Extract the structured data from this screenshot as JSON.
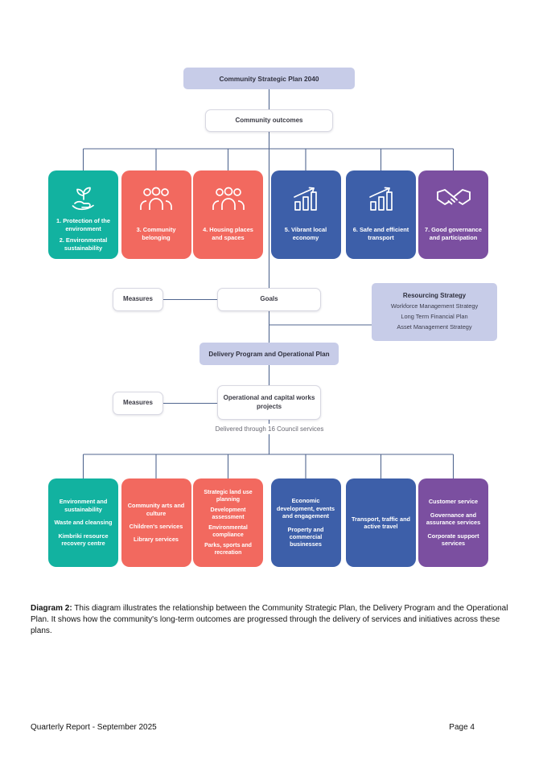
{
  "document": {
    "caption": {
      "label": "Diagram 2:",
      "text": "This diagram illustrates the relationship between the Community Strategic Plan, the Delivery Program and the Operational Plan. It shows how the community's long-term outcomes are progressed through the delivery of services and initiatives across these plans."
    },
    "footer": {
      "left": "Quarterly Report - September 2025",
      "right": "Page 4"
    }
  },
  "diagram": {
    "strategic_plan_box": "Community Strategic Plan 2040",
    "community_outcomes_box": "Community outcomes",
    "measures_top": "Measures",
    "goals": "Goals",
    "resourcing_strategy": {
      "title": "Resourcing Strategy",
      "items": [
        "Workforce Management Strategy",
        "Long Term Financial Plan",
        "Asset Management Strategy"
      ]
    },
    "delivery_program_box": "Delivery Program and Operational Plan",
    "measures_bottom": "Measures",
    "operational_projects_box": "Operational and capital works projects",
    "delivered_note": "Delivered through 16 Council services",
    "outcomes": [
      {
        "icon": "hand-plant-icon",
        "color": "#12b2a0",
        "lines": [
          "1. Protection of the environment",
          "2. Environmental sustainability"
        ]
      },
      {
        "icon": "people-group-icon",
        "color": "#f2695f",
        "lines": [
          "3. Community belonging"
        ]
      },
      {
        "icon": "people-group-icon",
        "color": "#f2695f",
        "lines": [
          "4. Housing places and spaces"
        ]
      },
      {
        "icon": "growth-chart-icon",
        "color": "#3d5fa9",
        "lines": [
          "5. Vibrant local economy"
        ]
      },
      {
        "icon": "growth-chart-icon",
        "color": "#3d5fa9",
        "lines": [
          "6. Safe and efficient transport"
        ]
      },
      {
        "icon": "handshake-icon",
        "color": "#7b4fa0",
        "lines": [
          "7. Good governance and participation"
        ]
      }
    ],
    "services": [
      {
        "color": "#12b2a0",
        "items": [
          "Environment and sustainability",
          "Waste and cleansing",
          "Kimbriki resource recovery centre"
        ]
      },
      {
        "color": "#f2695f",
        "items": [
          "Community arts and culture",
          "Children's services",
          "Library services"
        ]
      },
      {
        "color": "#f2695f",
        "items": [
          "Strategic land use planning",
          "Development assessment",
          "Environmental compliance",
          "Parks, sports and recreation"
        ]
      },
      {
        "color": "#3d5fa9",
        "items": [
          "Economic development, events and engagement",
          "Property and commercial businesses"
        ]
      },
      {
        "color": "#3d5fa9",
        "items": [
          "Transport, traffic and active travel"
        ]
      },
      {
        "color": "#7b4fa0",
        "items": [
          "Customer service",
          "Governance and assurance services",
          "Corporate support services"
        ]
      }
    ],
    "colors": {
      "teal": "#12b2a0",
      "coral": "#f2695f",
      "blue": "#3d5fa9",
      "purple": "#7b4fa0",
      "lavender": "#c7cce8",
      "connector": "#51668f"
    }
  }
}
